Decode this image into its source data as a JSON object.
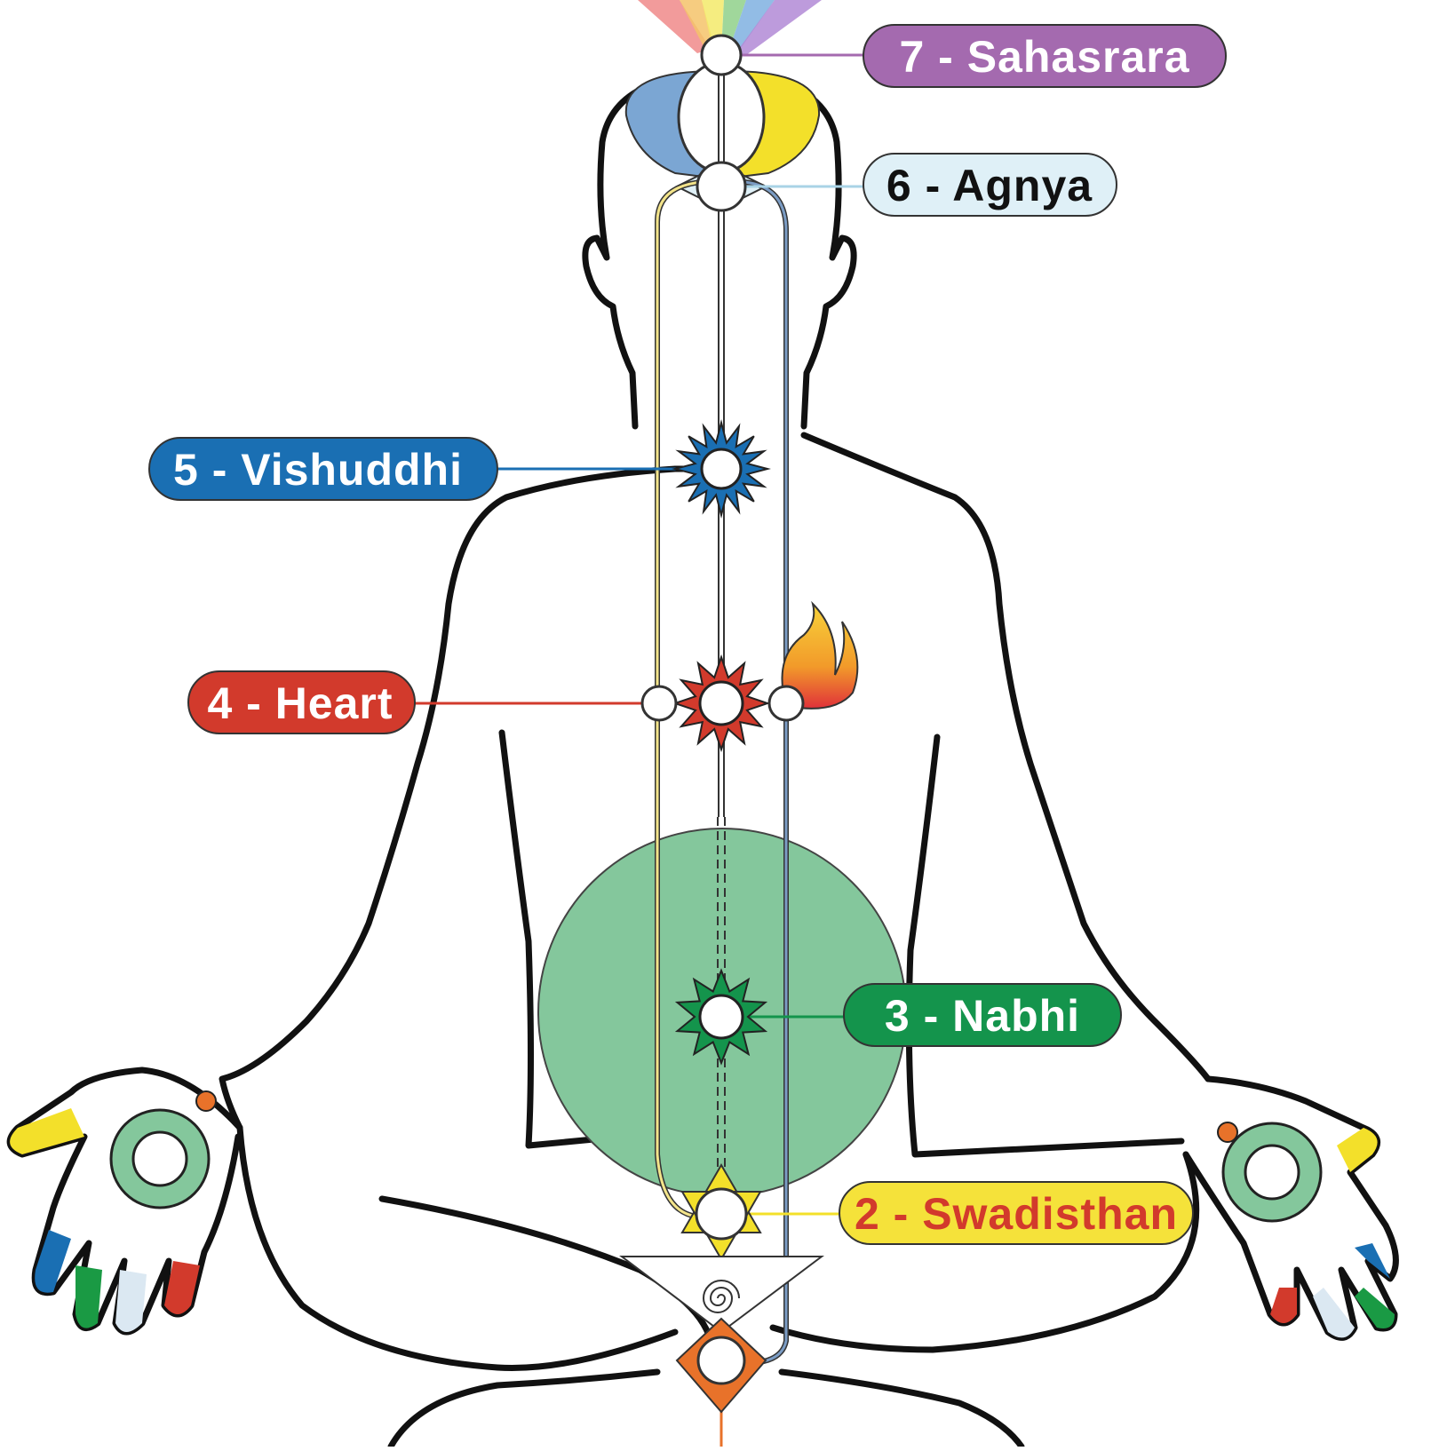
{
  "colors": {
    "sahasrara": "#a46aaf",
    "agnya": "#dff0f7",
    "vishuddhi": "#1a6fb3",
    "heart": "#d23a2c",
    "nabhi": "#14944c",
    "swadisthan": "#f5e23a",
    "mooladhara": "#e8722a",
    "left_channel": "#f3e48a",
    "right_channel": "#7b9cc4",
    "void_green": "#84c79c"
  },
  "chakras": {
    "sahasrara": {
      "label": "7 - Sahasrara",
      "text_color": "#ffffff",
      "icon": "crown-rays-icon"
    },
    "agnya": {
      "label": "6 - Agnya",
      "text_color": "#111111",
      "icon": "eye-lotus-icon"
    },
    "vishuddhi": {
      "label": "5 - Vishuddhi",
      "text_color": "#ffffff",
      "icon": "blue-star-icon"
    },
    "heart": {
      "label": "4 - Heart",
      "text_color": "#ffffff",
      "icon": "red-star-icon"
    },
    "nabhi": {
      "label": "3 - Nabhi",
      "text_color": "#ffffff",
      "icon": "green-star-icon"
    },
    "swadisthan": {
      "label": "2 - Swadisthan",
      "text_color": "#d23a2c",
      "icon": "yellow-hexagram-icon"
    }
  }
}
